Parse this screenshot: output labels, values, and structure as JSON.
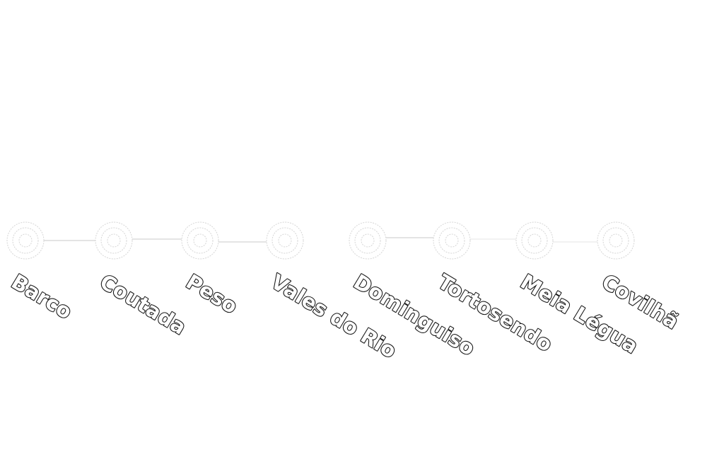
{
  "line": {
    "stations": [
      {
        "name": "Barco"
      },
      {
        "name": "Coutada"
      },
      {
        "name": "Peso"
      },
      {
        "name": "Vales do Rio"
      },
      {
        "name": "Dominguiso"
      },
      {
        "name": "Tortosendo"
      },
      {
        "name": "Meia Légua"
      },
      {
        "name": "Covilhã"
      }
    ]
  },
  "colors": {
    "label_fill": "#ffffff",
    "label_outline": "#1a1a1a",
    "track": "#e4e4e4"
  }
}
